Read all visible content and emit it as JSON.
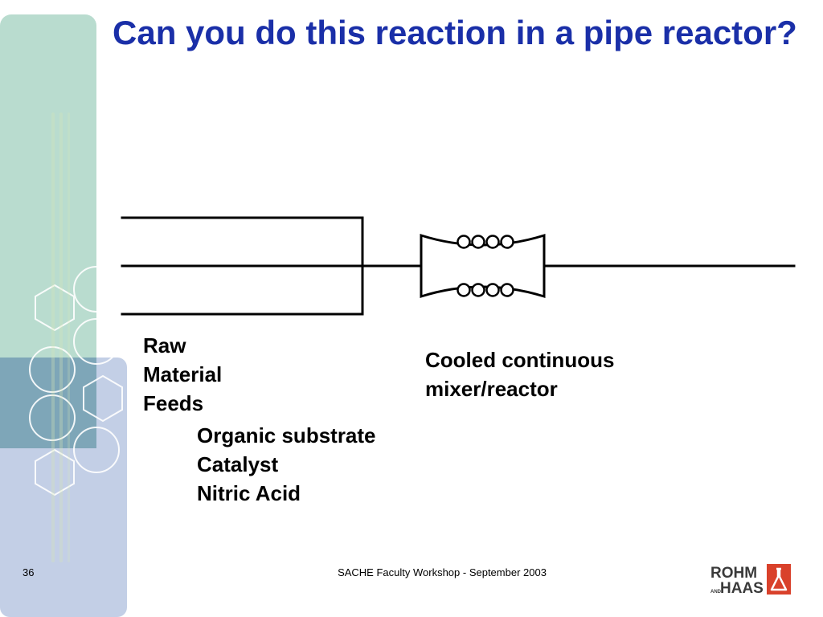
{
  "slide": {
    "title": "Can you do this reaction in a pipe reactor?",
    "number": "36",
    "footer": "SACHE Faculty Workshop - September 2003"
  },
  "diagram": {
    "raw_label_lines": [
      "Raw",
      "Material",
      "Feeds"
    ],
    "feed_items": [
      "Organic substrate",
      "Catalyst",
      "Nitric Acid"
    ],
    "reactor_label_lines": [
      "Cooled continuous",
      "mixer/reactor"
    ]
  },
  "logo": {
    "line1": "ROHM",
    "line2": "HAAS",
    "small": "AND",
    "color": "#d9412b"
  },
  "colors": {
    "title": "#1a2fa8",
    "sidebar_top": "#b9dccf",
    "sidebar_mid": "#7ea6b8",
    "sidebar_bottom": "#c3cfe6"
  }
}
